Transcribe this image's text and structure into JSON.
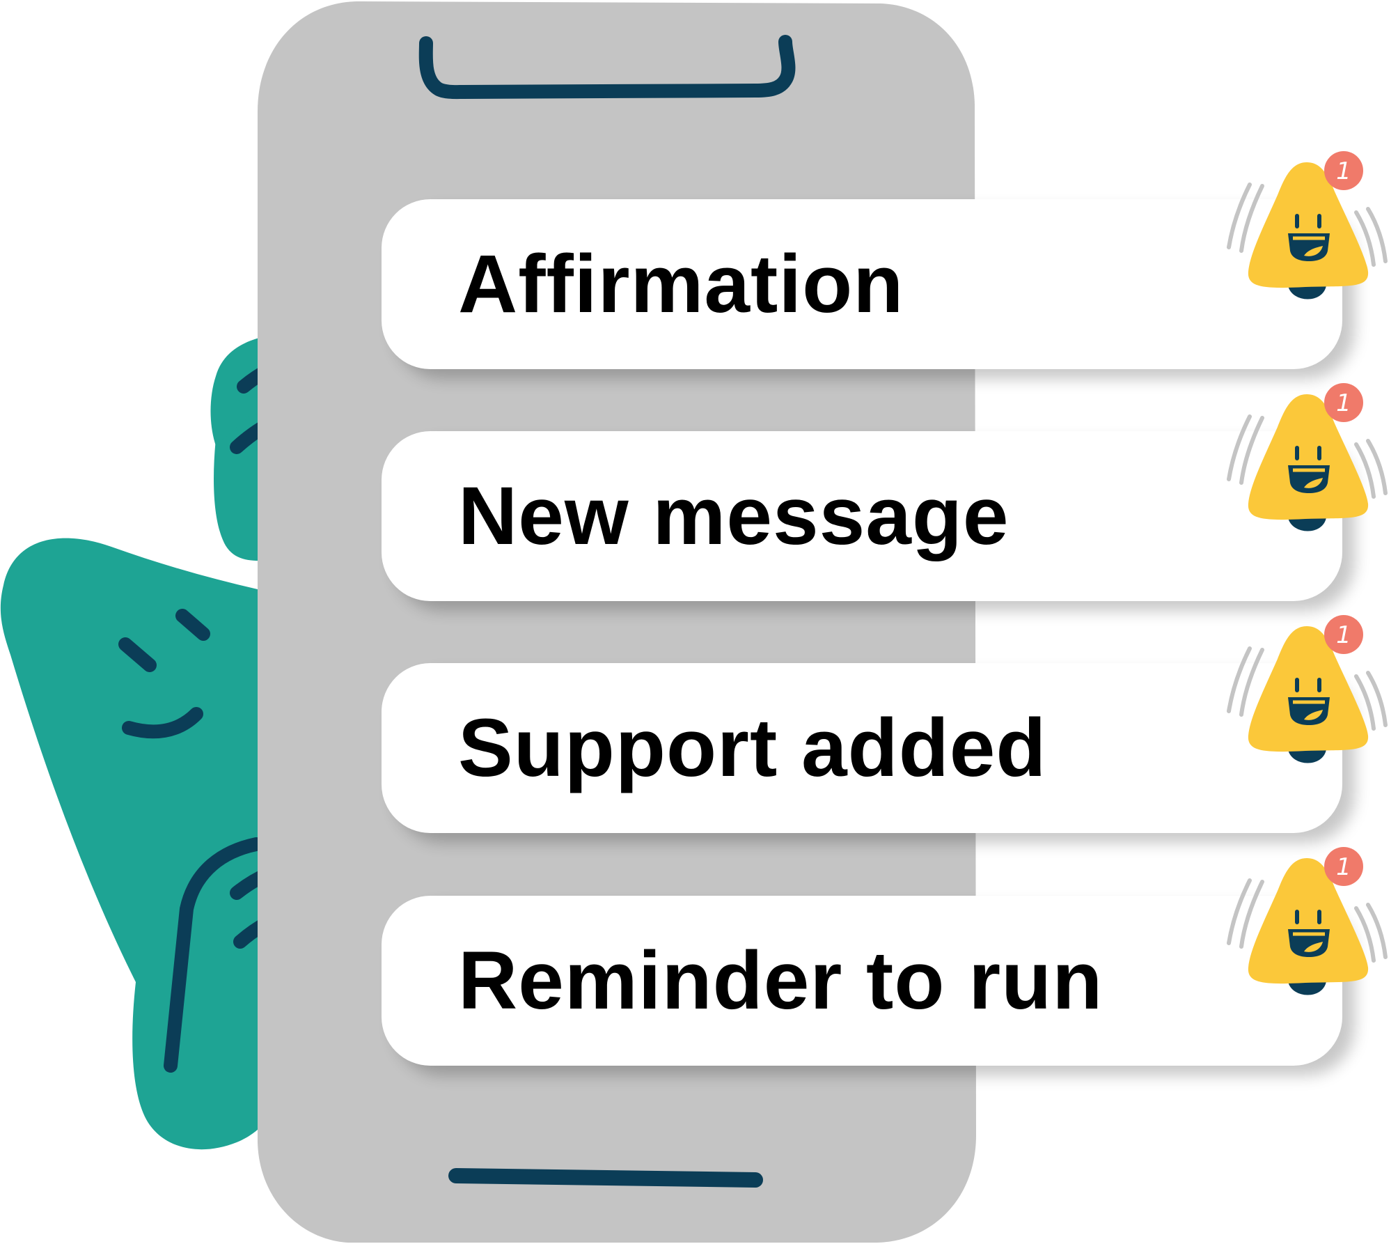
{
  "notifications": [
    {
      "label": "Affirmation",
      "badge": "1"
    },
    {
      "label": "New message",
      "badge": "1"
    },
    {
      "label": "Support added",
      "badge": "1"
    },
    {
      "label": "Reminder to run",
      "badge": "1"
    }
  ],
  "icons": {
    "bell": "ringing-bell-icon",
    "character": "green-mascot-character",
    "phone": "phone-outline"
  },
  "colors": {
    "phone_body": "#c4c4c4",
    "phone_accent": "#0b3d57",
    "mascot": "#1ea494",
    "bell": "#fbc83a",
    "badge": "#f07a6a",
    "card": "#ffffff",
    "text": "#000000"
  }
}
